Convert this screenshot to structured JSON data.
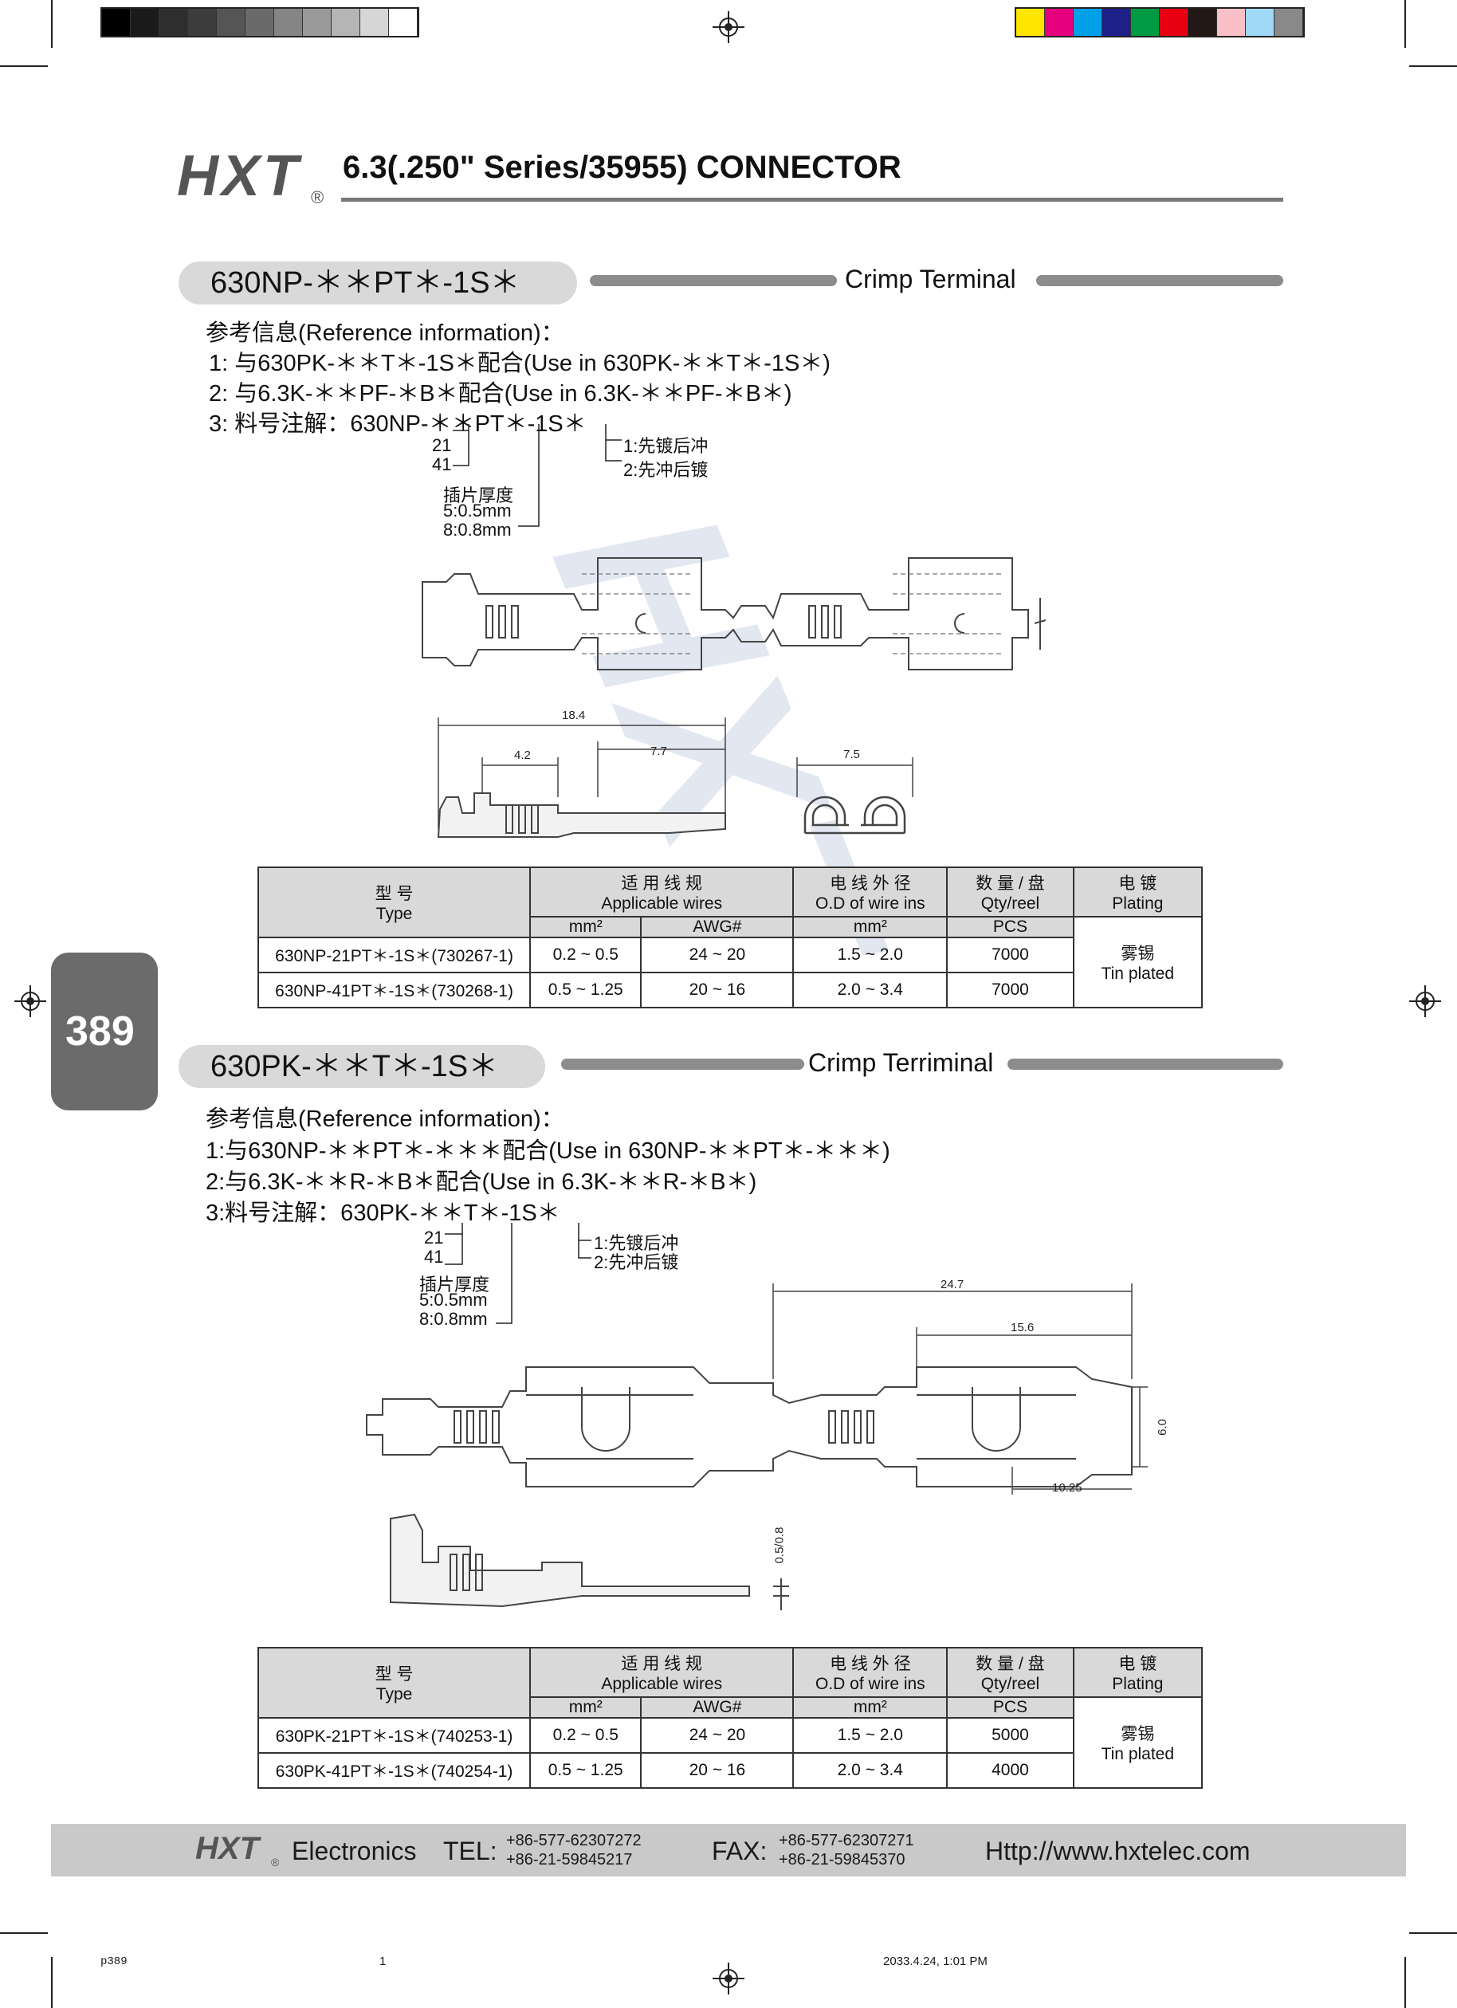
{
  "header": {
    "logo": "HXT",
    "reg_mark": "®",
    "title": "6.3(.250\" Series/35955) CONNECTOR"
  },
  "page_number": "389",
  "watermark": "HXT",
  "colors": {
    "gray_strip": [
      "#000000",
      "#1a1a1a",
      "#2e2e2e",
      "#3c3c3c",
      "#555555",
      "#6a6a6a",
      "#858585",
      "#9a9a9a",
      "#b5b5b5",
      "#d6d6d6",
      "#ffffff"
    ],
    "color_strip": [
      "#ffe600",
      "#e6007e",
      "#00a0e9",
      "#1d2088",
      "#009944",
      "#e60012",
      "#231815",
      "#f9c0c7",
      "#9fd9f6",
      "#898989"
    ],
    "pill_bg": "#d9d9d9",
    "bar": "#8c8c8c",
    "tab_bg": "#6b6b6b"
  },
  "section1": {
    "part": "630NP-＊＊PT＊-1S＊",
    "label": "Crimp Terminal",
    "ref_heading": "参考信息(Reference information)：",
    "ref_lines": [
      "1: 与630PK-＊＊T＊-1S＊配合(Use in 630PK-＊＊T＊-1S＊)",
      "2: 与6.3K-＊＊PF-＊B＊配合(Use in 6.3K-＊＊PF-＊B＊)",
      "3: 料号注解：630NP-＊＊PT＊-1S＊"
    ],
    "notes": {
      "code21": "21",
      "code41": "41",
      "thickness": "插片厚度",
      "t5": "5:0.5mm",
      "t8": "8:0.8mm",
      "plate1": "1:先镀后冲",
      "plate2": "2:先冲后镀"
    },
    "dims": {
      "d1": "18.4",
      "d2": "4.2",
      "d3": "7.7",
      "d4": "7.5"
    },
    "table": {
      "h_type_cn": "型 号",
      "h_type_en": "Type",
      "h_wire_cn": "适 用 线 规",
      "h_wire_en": "Applicable wires",
      "h_od_cn": "电 线 外 径",
      "h_od_en": "O.D of wire ins",
      "h_qty_cn": "数 量 / 盘",
      "h_qty_en": "Qty/reel",
      "h_plate_cn": "电 镀",
      "h_plate_en": "Plating",
      "u_mm2": "mm²",
      "u_awg": "AWG#",
      "u_od": "mm²",
      "u_pcs": "PCS",
      "plating_cn": "雾锡",
      "plating_en": "Tin plated",
      "rows": [
        {
          "type": "630NP-21PT＊-1S＊(730267-1)",
          "mm2": "0.2 ~ 0.5",
          "awg": "24 ~ 20",
          "od": "1.5 ~ 2.0",
          "qty": "7000"
        },
        {
          "type": "630NP-41PT＊-1S＊(730268-1)",
          "mm2": "0.5 ~ 1.25",
          "awg": "20 ~ 16",
          "od": "2.0 ~ 3.4",
          "qty": "7000"
        }
      ]
    }
  },
  "section2": {
    "part": "630PK-＊＊T＊-1S＊",
    "label": "Crimp Terriminal",
    "ref_heading": "参考信息(Reference information)：",
    "ref_lines": [
      "1:与630NP-＊＊PT＊-＊＊＊配合(Use in 630NP-＊＊PT＊-＊＊＊)",
      "2:与6.3K-＊＊R-＊B＊配合(Use in 6.3K-＊＊R-＊B＊)",
      "3:料号注解：630PK-＊＊T＊-1S＊"
    ],
    "notes": {
      "code21": "21",
      "code41": "41",
      "thickness": "插片厚度",
      "t5": "5:0.5mm",
      "t8": "8:0.8mm",
      "plate1": "1:先镀后冲",
      "plate2": "2:先冲后镀"
    },
    "dims": {
      "d1": "24.7",
      "d2": "15.6",
      "d3": "6.0",
      "d4": "10.25",
      "d5": "0.5/0.8"
    },
    "table": {
      "h_type_cn": "型 号",
      "h_type_en": "Type",
      "h_wire_cn": "适 用 线 规",
      "h_wire_en": "Applicable wires",
      "h_od_cn": "电 线 外 径",
      "h_od_en": "O.D of wire ins",
      "h_qty_cn": "数 量 / 盘",
      "h_qty_en": "Qty/reel",
      "h_plate_cn": "电 镀",
      "h_plate_en": "Plating",
      "u_mm2": "mm²",
      "u_awg": "AWG#",
      "u_od": "mm²",
      "u_pcs": "PCS",
      "plating_cn": "雾锡",
      "plating_en": "Tin plated",
      "rows": [
        {
          "type": "630PK-21PT＊-1S＊(740253-1)",
          "mm2": "0.2 ~ 0.5",
          "awg": "24 ~ 20",
          "od": "1.5 ~ 2.0",
          "qty": "5000"
        },
        {
          "type": "630PK-41PT＊-1S＊(740254-1)",
          "mm2": "0.5 ~ 1.25",
          "awg": "20 ~ 16",
          "od": "2.0 ~ 3.4",
          "qty": "4000"
        }
      ]
    }
  },
  "footer": {
    "logo": "HXT",
    "reg_mark": "®",
    "company": "Electronics",
    "tel_label": "TEL:",
    "tel1": "+86-577-62307272",
    "tel2": "+86-21-59845217",
    "fax_label": "FAX:",
    "fax1": "+86-577-62307271",
    "fax2": "+86-21-59845370",
    "url": "Http://www.hxtelec.com"
  },
  "slug": {
    "file": "p389",
    "plate": "1",
    "date": "2033.4.24, 1:01 PM"
  }
}
